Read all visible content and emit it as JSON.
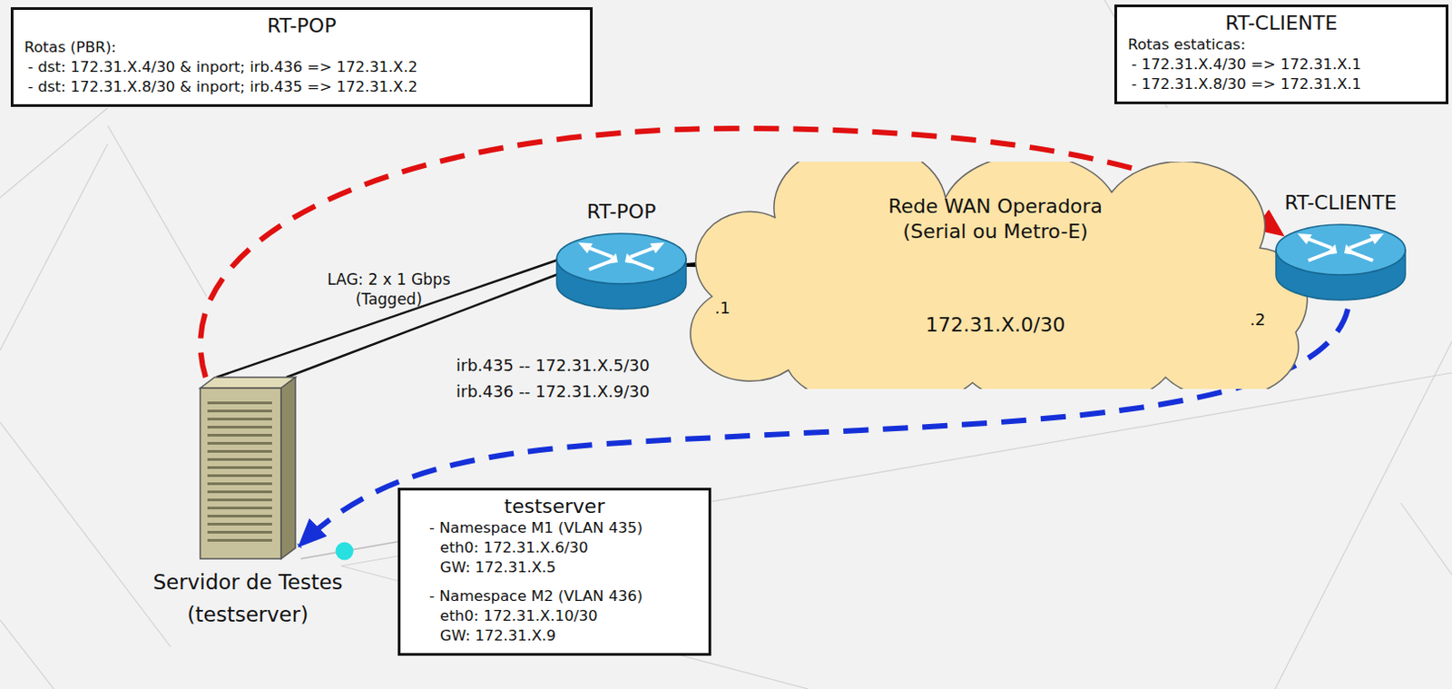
{
  "diagram": {
    "nodes": [
      {
        "text": [
          "RT-POP",
          "Rotas (PBR):",
          "- dst: 172.31.X.4/30 & inport; irb.436 => 172.31.X.2",
          "- dst: 172.31.X.8/30 & inport; irb.435 => 172.31.X.2"
        ]
      },
      {
        "text": [
          "RT-CLIENTE",
          "Rotas estaticas:",
          "- 172.31.X.4/30 => 172.31.X.1",
          "- 172.31.X.8/30 => 172.31.X.1"
        ]
      },
      {
        "text": [
          "Rede WAN Operadora (Serial ou Metro-E)",
          "172.31.X.0/30"
        ]
      },
      {
        "text": [
          "RT-POP"
        ]
      },
      {
        "text": [
          "RT-CLIENTE"
        ]
      },
      {
        "text": [
          "Servidor de Testes (testserver)"
        ]
      },
      {
        "text": [
          "testserver",
          "- Namespace M1 (VLAN 435)",
          "eth0: 172.31.X.6/30",
          "GW: 172.31.X.5",
          "- Namespace M2 (VLAN 436)",
          "eth0: 172.31.X.10/30",
          "GW: 172.31.X.9"
        ]
      }
    ],
    "edges": [
      {
        "from": 5,
        "to": 3,
        "arrow": "none",
        "label": "LAG: 2 x 1 Gbps (Tagged)"
      },
      {
        "from": 3,
        "to": 4,
        "arrow": "none"
      },
      {
        "from": 5,
        "to": 4,
        "arrow": "to"
      },
      {
        "from": 4,
        "to": 5,
        "arrow": "to"
      },
      {
        "from": 6,
        "to": 5,
        "arrow": "none"
      }
    ],
    "labels": [
      ".1",
      ".2",
      "irb.435 -- 172.31.X.5/30",
      "irb.436 -- 172.31.X.9/30"
    ]
  }
}
